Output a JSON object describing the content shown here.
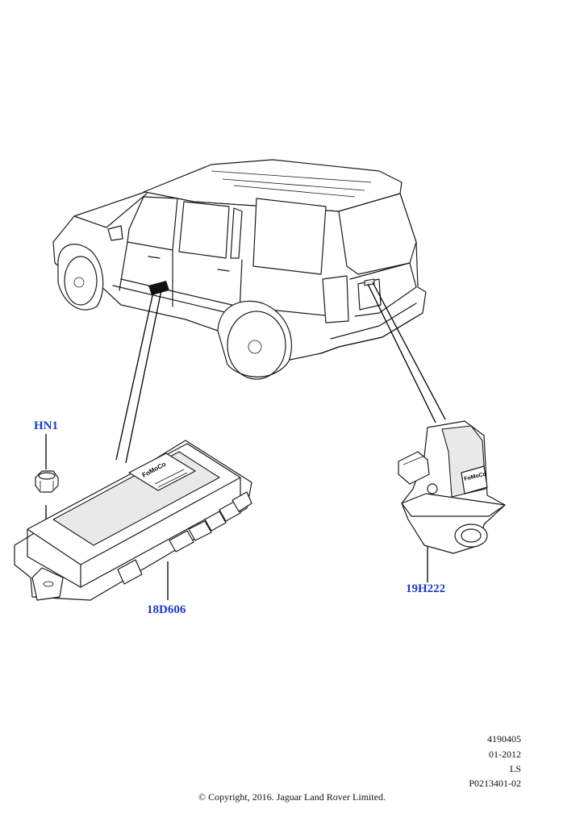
{
  "callouts": {
    "hn1": "HN1",
    "module": "18D606",
    "camera": "19H222"
  },
  "labels": {
    "module_brand": "FoMoCo",
    "camera_brand": "FoMoCo"
  },
  "meta": {
    "line1": "4190405",
    "line2": "01-2012",
    "line3": "LS",
    "line4": "P0213401-02"
  },
  "copyright": "© Copyright, 2016. Jaguar Land Rover Limited.",
  "colors": {
    "callout": "#1a3ccf",
    "line": "#1a1a1a"
  }
}
